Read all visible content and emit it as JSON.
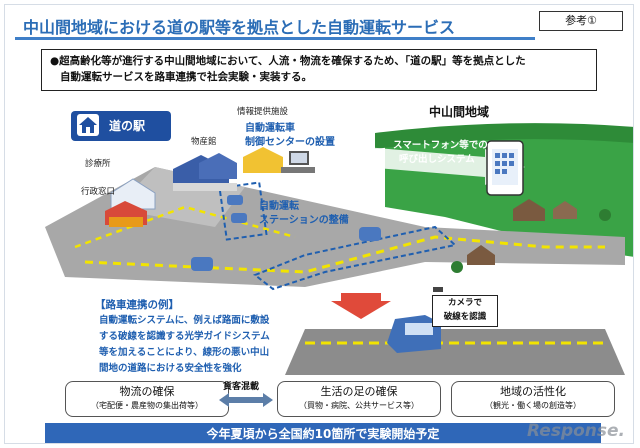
{
  "slide": {
    "title": "中山間地域における道の駅等を拠点とした自動運転サービス",
    "reference_badge": "参考①"
  },
  "summary": {
    "line1": "●超高齢化等が進行する中山間地域において、人流・物流を確保するため、「道の駅」等を拠点とした",
    "line2": "自動運転サービスを路車連携で社会実験・実装する。"
  },
  "scene": {
    "michi_no_eki": "道の駅",
    "region": "中山間地域",
    "products_building": "物産館",
    "clinic": "診療所",
    "admin_office": "行政窓口",
    "info_facility": "情報提供施設",
    "control_center_line1": "自動運転車",
    "control_center_line2": "制御センターの設置",
    "station_line1": "自動運転",
    "station_line2": "ステーションの整備",
    "smartphone_line1": "スマートフォン等での",
    "smartphone_line2": "呼び出しシステム"
  },
  "road_vehicle": {
    "title": "【路車連携の例】",
    "lines": [
      "自動運転システムに、例えば路面に敷設",
      "する破線を認識する光学ガイドシステム",
      "等を加えることにより、線形の悪い中山",
      "間地の道路における安全性を強化"
    ],
    "camera_line1": "カメラで",
    "camera_line2": "破線を認識"
  },
  "benefits": {
    "mixed": "貨客混載",
    "items": [
      {
        "main": "物流の確保",
        "sub": "（宅配便・農産物の集出荷等）"
      },
      {
        "main": "生活の足の確保",
        "sub": "（買物・病院、公共サービス等）"
      },
      {
        "main": "地域の活性化",
        "sub": "（観光・働く場の創造等）"
      }
    ]
  },
  "footer": {
    "text": "今年夏頃から全国約10箇所で実験開始予定"
  },
  "watermark": "Response.",
  "colors": {
    "title_blue": "#2b6db6",
    "footer_blue": "#2f67b8",
    "green_region": "#2e9a3a",
    "road_gray": "#9a9a9a"
  }
}
